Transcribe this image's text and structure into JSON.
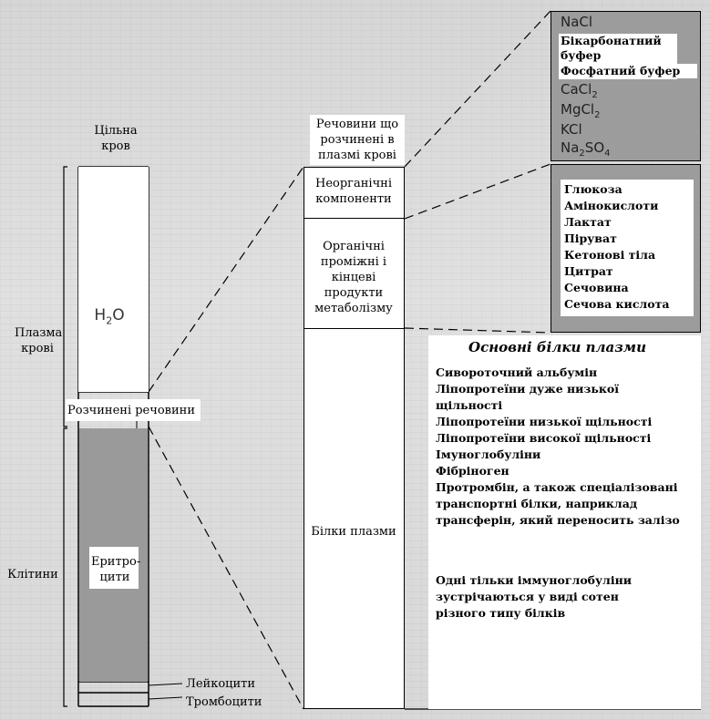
{
  "labels": {
    "whole_blood": "Цільна кров",
    "plasma": "Плазма крові",
    "cells": "Клітини",
    "water": "H",
    "water_sub": "2",
    "water_tail": "O",
    "dissolved": "Розчинені речовини",
    "erythrocytes": "Еритро-цити",
    "leukocytes": "Лейкоцити",
    "thrombocytes": "Тромбоцити",
    "dissolved_in_plasma": "Речовини що розчинені в плазмі крові",
    "inorganic": "Неорганічні компоненти",
    "organic": "Органічні проміжні і кінцеві продукти метаболізму",
    "proteins": "Білки плазми"
  },
  "inorganic_list": {
    "nacl": "NaCl",
    "bicarbonate": "Бікарбонатний буфер",
    "phosphate": "Фосфатний буфер",
    "cacl2": "CaCl",
    "mgcl2": "MgCl",
    "kcl": "KCl",
    "na2so4": "Na",
    "sub2": "2",
    "so4": "SO",
    "sub4": "4"
  },
  "organic_list": [
    "Глюкоза",
    "Амінокислоти",
    "Лактат",
    "Піруват",
    "Кетонові тіла",
    "Цитрат",
    "Сечовина",
    "Сечова кислота"
  ],
  "proteins_panel": {
    "title": "Основні білки плазми",
    "items": [
      "Сивороточний альбумін",
      "Ліпопротеїни дуже низької щільності",
      "Ліпопротеїни низької щільності",
      "Ліпопротеїни високої щільності",
      "Імуноглобуліни",
      "Фібріноген",
      "Протромбін, а також спеціалізовані транспортні білки, наприклад трансферін, який переносить залізо"
    ],
    "note": "Одні тільки іммуноглобуліни зустрічаються у виді сотен різного типу білків"
  }
}
